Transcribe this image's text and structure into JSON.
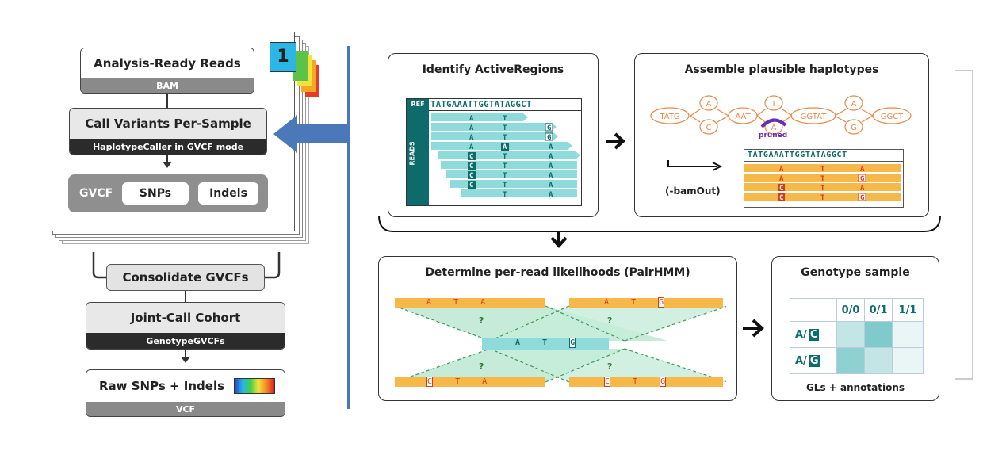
{
  "workflow": {
    "badge": "1",
    "analysis_ready": {
      "title": "Analysis-Ready Reads",
      "sub": "BAM"
    },
    "call_variants": {
      "title": "Call Variants Per-Sample",
      "sub": "HaplotypeCaller in GVCF mode"
    },
    "gvcf": {
      "label": "GVCF",
      "snps": "SNPs",
      "indels": "Indels"
    },
    "consolidate": "Consolidate GVCFs",
    "joint_call": {
      "title": "Joint-Call Cohort",
      "sub": "GenotypeGVCFs"
    },
    "raw": {
      "title": "Raw SNPs + Indels",
      "sub": "VCF"
    }
  },
  "active_regions": {
    "title": "Identify ActiveRegions",
    "ref_tag": "REF",
    "ref_seq": "TATGAAATTGGTATAGGCT",
    "reads_tag": "READS"
  },
  "haplotypes": {
    "title": "Assemble plausible haplotypes",
    "nodes": [
      "TATG",
      "A",
      "C",
      "AAT",
      "T",
      "A",
      "GGTAT",
      "A",
      "G",
      "GGCT"
    ],
    "pruned": "pruned",
    "bamout": "(-bamOut)",
    "ref_seq": "TATGAAATTGGTATAGGCT"
  },
  "pairhmm": {
    "title": "Determine per-read likelihoods (PairHMM)",
    "q": "?",
    "hap_top_left": [
      "A",
      "T",
      "A"
    ],
    "hap_top_right": [
      "A",
      "T",
      "G"
    ],
    "read_mid": [
      "A",
      "T",
      "G"
    ],
    "hap_bot_left": [
      "C",
      "T",
      "A"
    ],
    "hap_bot_right": [
      "C",
      "T",
      "G"
    ]
  },
  "genotype": {
    "title": "Genotype sample",
    "cols": [
      "0/0",
      "0/1",
      "1/1"
    ],
    "rows": [
      {
        "a": "A/",
        "b": "C"
      },
      {
        "a": "A/",
        "b": "G"
      }
    ],
    "footer": "GLs + annotations"
  },
  "colors": {
    "teal": "#0e6b6b",
    "cyan": "#8fdada",
    "orange": "#f7b84a",
    "arrow_blue": "#4a78b8"
  }
}
